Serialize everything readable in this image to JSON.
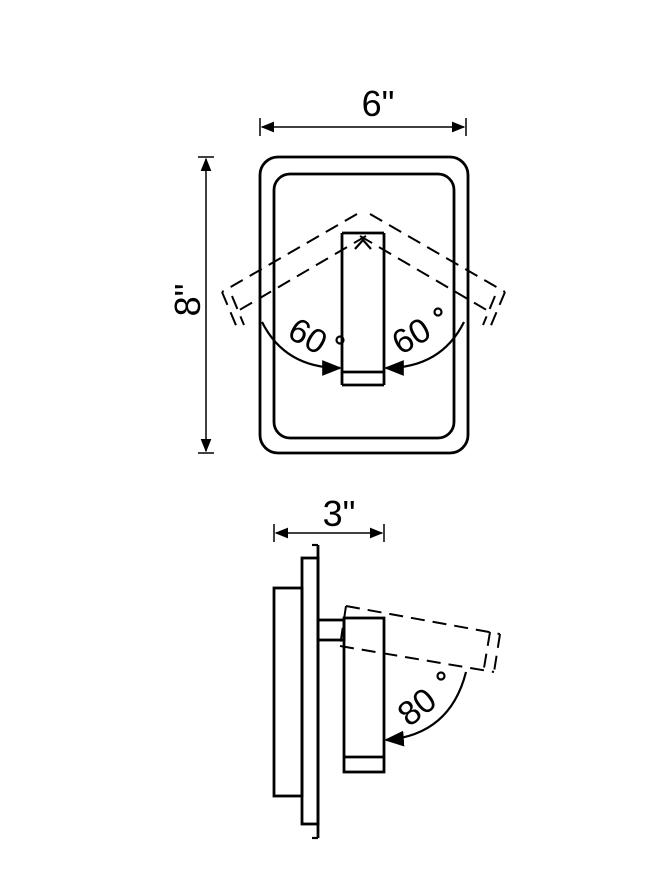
{
  "front_view": {
    "width_label": "6\"",
    "height_label": "8\"",
    "left_angle_label": "60",
    "right_angle_label": "60"
  },
  "side_view": {
    "depth_label": "3\"",
    "tilt_angle_label": "80"
  }
}
